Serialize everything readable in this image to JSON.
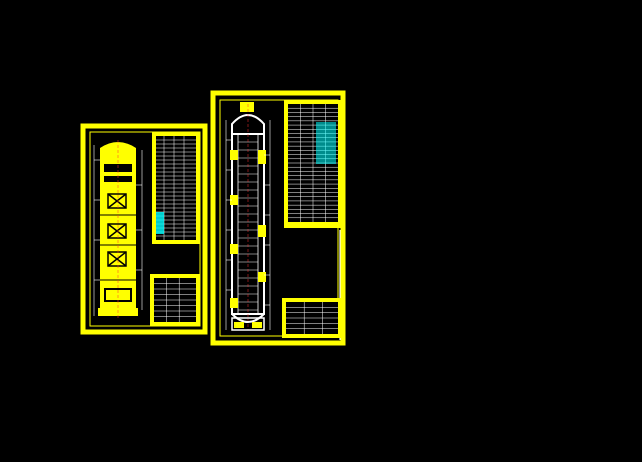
{
  "viewport": {
    "background": "#000000"
  },
  "colors": {
    "frame": "#ffff00",
    "line": "#ffffff",
    "accent_cyan": "#00ffff",
    "accent_red": "#ff3333",
    "background": "#000000"
  },
  "drawings": [
    {
      "id": "sheet-1",
      "kind": "tower assembly drawing (small)",
      "tables": [
        "parts-list",
        "notes-block",
        "title-block"
      ]
    },
    {
      "id": "sheet-2",
      "kind": "tower assembly drawing (tall column)",
      "tables": [
        "specification-table",
        "nozzle-table",
        "title-block"
      ]
    }
  ]
}
